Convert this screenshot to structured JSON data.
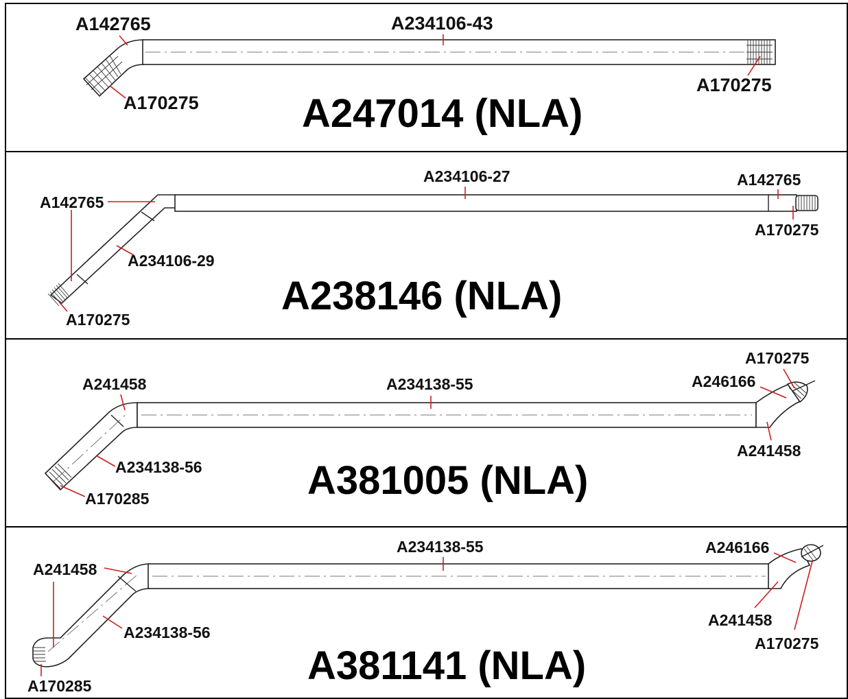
{
  "panels": [
    {
      "title": "A247014 (NLA)",
      "labels": {
        "l1": "A142765",
        "l2": "A234106-43",
        "l3": "A170275",
        "l4": "A170275"
      }
    },
    {
      "title": "A238146 (NLA)",
      "labels": {
        "l1": "A234106-27",
        "l2": "A142765",
        "l3": "A142765",
        "l4": "A170275",
        "l5": "A234106-29",
        "l6": "A170275"
      }
    },
    {
      "title": "A381005 (NLA)",
      "labels": {
        "l1": "A170275",
        "l2": "A241458",
        "l3": "A234138-55",
        "l4": "A246166",
        "l5": "A241458",
        "l6": "A234138-56",
        "l7": "A170285"
      }
    },
    {
      "title": "A381141 (NLA)",
      "labels": {
        "l1": "A234138-55",
        "l2": "A246166",
        "l3": "A241458",
        "l4": "A241458",
        "l5": "A234138-56",
        "l6": "A170275",
        "l7": "A170285"
      }
    }
  ],
  "colors": {
    "leader": "#d01c1c",
    "border": "#000000",
    "line": "#222222"
  }
}
